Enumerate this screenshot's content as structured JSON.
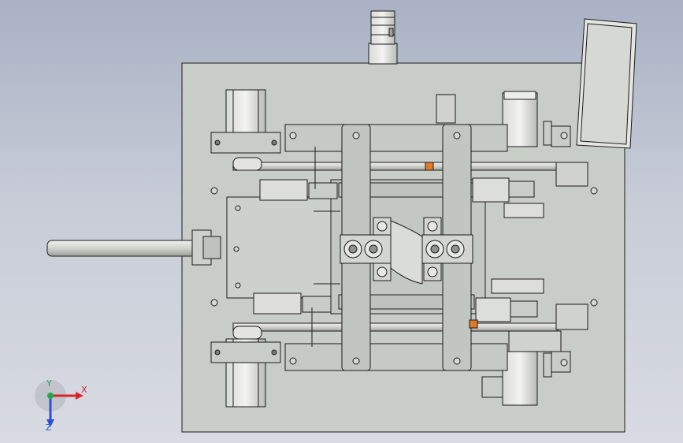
{
  "viewport": {
    "background_top": "#a9b1c4",
    "background_bottom": "#d8dbe2",
    "model_plate_color": "#c9cdc7",
    "edge_color": "#1b1b1b"
  },
  "triad": {
    "x_label": "X",
    "y_label": "Y",
    "z_label": "Z",
    "x_color": "#d8262a",
    "y_color": "#29a745",
    "z_color": "#2c4fd6"
  }
}
